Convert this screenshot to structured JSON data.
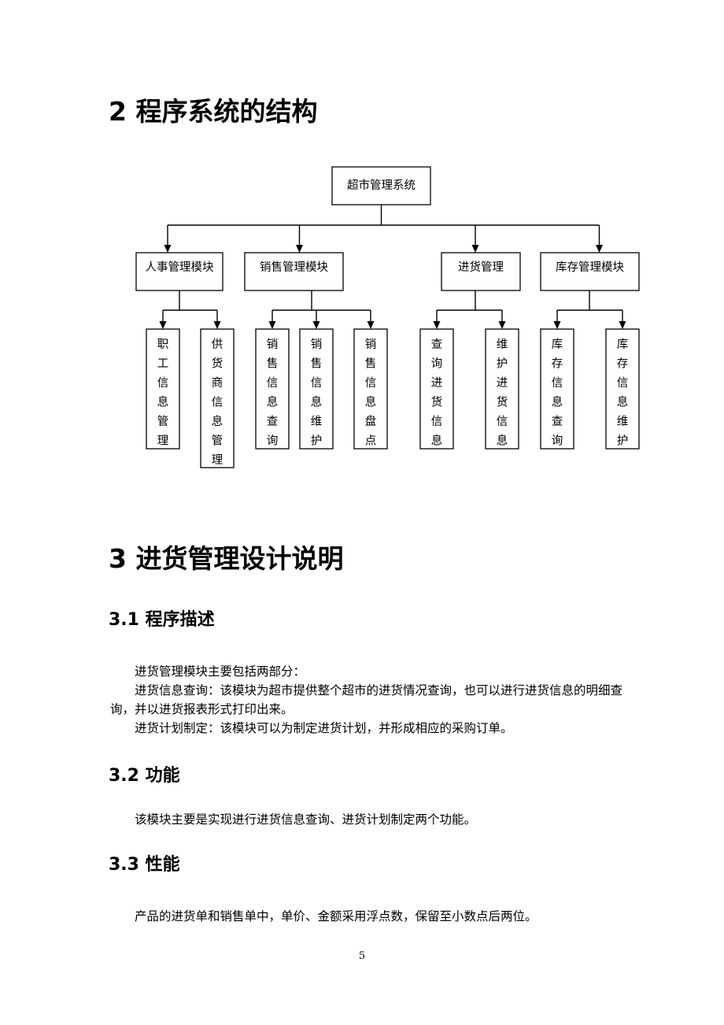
{
  "section2": {
    "title": "2 程序系统的结构"
  },
  "org_chart": {
    "root": "超市管理系统",
    "modules": [
      {
        "label": "人事管理模块",
        "children": [
          "职工信息管理",
          "供货商信息管理"
        ]
      },
      {
        "label": "销售管理模块",
        "children": [
          "销售信息查询",
          "销售信息维护",
          "销售信息盘点"
        ]
      },
      {
        "label": "进货管理",
        "children": [
          "查询进货信息",
          "维护进货信息"
        ]
      },
      {
        "label": "库存管理模块",
        "children": [
          "库存信息查询",
          "库存信息维护"
        ]
      }
    ]
  },
  "section3": {
    "title": "3 进货管理设计说明",
    "sub1": {
      "title": "3.1 程序描述",
      "paragraphs": [
        "进货管理模块主要包括两部分：",
        "进货信息查询：该模块为超市提供整个超市的进货情况查询，也可以进行进货信息的明细查询，并以进货报表形式打印出来。",
        "进货计划制定：该模块可以为制定进货计划，并形成相应的采购订单。"
      ]
    },
    "sub2": {
      "title": "3.2 功能",
      "paragraphs": [
        "该模块主要是实现进行进货信息查询、进货计划制定两个功能。"
      ]
    },
    "sub3": {
      "title": "3.3 性能",
      "paragraphs": [
        "产品的进货单和销售单中，单价、金额采用浮点数，保留至小数点后两位。"
      ]
    }
  },
  "page_number": "5"
}
